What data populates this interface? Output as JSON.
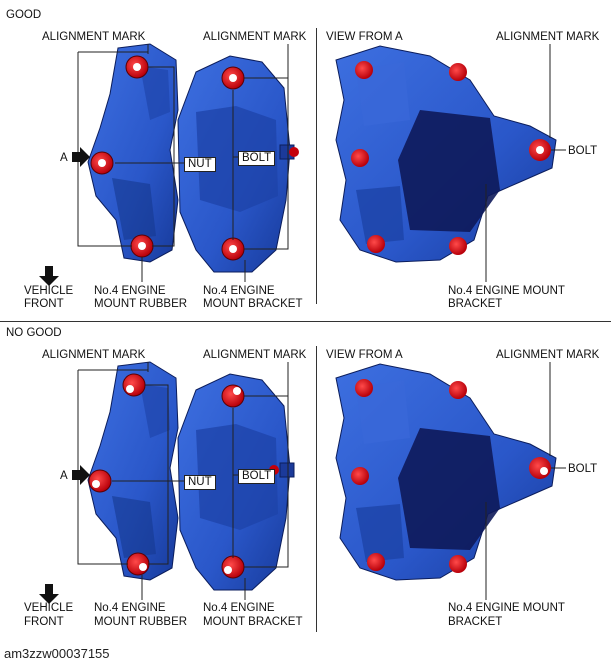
{
  "panels": [
    {
      "status": "GOOD",
      "left_view": {
        "alignment_mark_left": "ALIGNMENT MARK",
        "alignment_mark_right": "ALIGNMENT MARK",
        "direction_arrow": "A",
        "nut": "NUT",
        "bolt": "BOLT",
        "vehicle_front": [
          "VEHICLE",
          "FRONT"
        ],
        "mount_rubber": [
          "No.4 ENGINE",
          "MOUNT RUBBER"
        ],
        "mount_bracket": [
          "No.4 ENGINE",
          "MOUNT BRACKET"
        ]
      },
      "right_view": {
        "title": "VIEW FROM A",
        "alignment_mark": "ALIGNMENT MARK",
        "bolt": "BOLT",
        "mount_bracket": [
          "No.4 ENGINE MOUNT",
          "BRACKET"
        ]
      }
    },
    {
      "status": "NO GOOD",
      "left_view": {
        "alignment_mark_left": "ALIGNMENT MARK",
        "alignment_mark_right": "ALIGNMENT MARK",
        "direction_arrow": "A",
        "nut": "NUT",
        "bolt": "BOLT",
        "vehicle_front": [
          "VEHICLE",
          "FRONT"
        ],
        "mount_rubber": [
          "No.4 ENGINE",
          "MOUNT RUBBER"
        ],
        "mount_bracket": [
          "No.4 ENGINE",
          "MOUNT BRACKET"
        ]
      },
      "right_view": {
        "title": "VIEW FROM A",
        "alignment_mark": "ALIGNMENT MARK",
        "bolt": "BOLT",
        "mount_bracket": [
          "No.4 ENGINE MOUNT",
          "BRACKET"
        ]
      }
    }
  ],
  "figure_code": "am3zzw00037155",
  "colors": {
    "part_blue": "#2a57c9",
    "part_dark": "#0e1a5a",
    "bolt_red": "#e0101a",
    "mark_white": "#ffffff"
  }
}
